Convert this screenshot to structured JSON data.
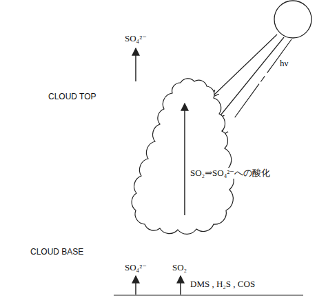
{
  "diagram": {
    "labels": [
      "SO₄²⁻",
      "CLOUD TOP",
      "hν",
      "SO₂⇒SO₄²⁻への酸化",
      "CLOUD BASE",
      "SO₄²⁻",
      "SO₂",
      "DMS , H₂S , COS"
    ]
  }
}
